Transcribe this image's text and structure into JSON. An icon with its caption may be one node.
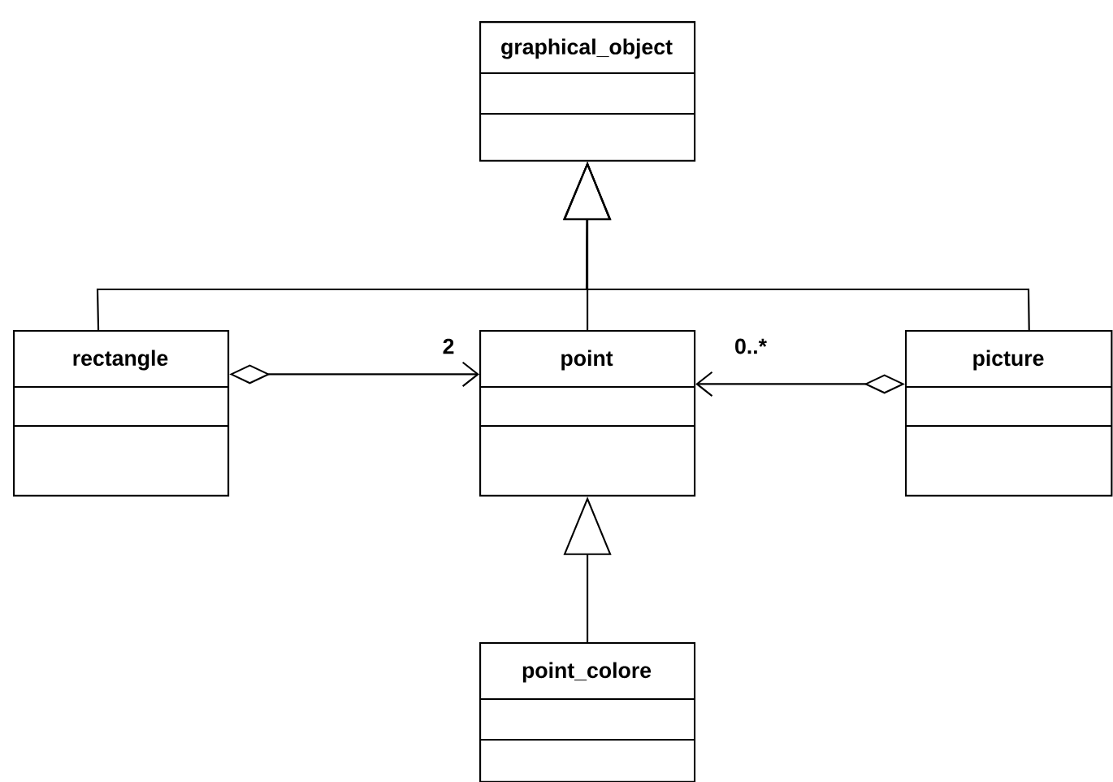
{
  "diagram": {
    "nodes": [
      {
        "text": [
          "graphical_object"
        ]
      },
      {
        "text": [
          "rectangle"
        ]
      },
      {
        "text": [
          "point"
        ]
      },
      {
        "text": [
          "picture"
        ]
      },
      {
        "text": [
          "point_colore"
        ]
      }
    ],
    "edges": [
      {
        "from": 1,
        "to": 0,
        "arrow": "to"
      },
      {
        "from": 2,
        "to": 0,
        "arrow": "to"
      },
      {
        "from": 3,
        "to": 0,
        "arrow": "to"
      },
      {
        "from": 1,
        "to": 2,
        "arrow": "to",
        "label": "2"
      },
      {
        "from": 3,
        "to": 2,
        "arrow": "to",
        "label": "0..*"
      },
      {
        "from": 4,
        "to": 2,
        "arrow": "to"
      }
    ]
  }
}
